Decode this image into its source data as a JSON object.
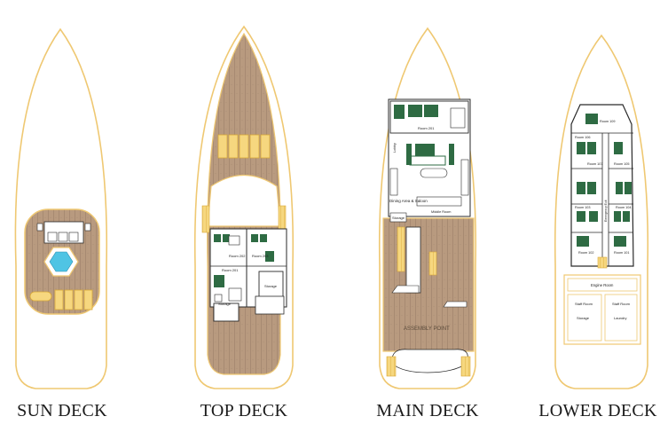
{
  "decks": {
    "sun": {
      "label": "SUN DECK"
    },
    "top": {
      "label": "TOP DECK",
      "rooms": [
        "Room 202",
        "Room 203",
        "Room 201"
      ],
      "storage": [
        "Storage",
        "Storage"
      ]
    },
    "main": {
      "label": "MAIN DECK",
      "room": "Room 201",
      "lobby": "Lobby",
      "dining": "Dining Area & Saloon",
      "storage": "Storage",
      "middle_room": "Middle Room",
      "assembly": "ASSEMBLY POINT"
    },
    "lower": {
      "label": "LOWER DECK",
      "rooms": [
        "Room 109",
        "Room 106",
        "Room 107",
        "Room 105",
        "Room 103",
        "Room 104",
        "Room 101",
        "Room 102"
      ],
      "engine": "Engine Room",
      "staff_left": "Staff Room",
      "staff_right": "Staff Room",
      "storage": "Storage",
      "laundry": "Laundry",
      "emergency": "Emergency Exit"
    }
  },
  "colors": {
    "hull": "#efc872",
    "deck_wood": "#b89a7f",
    "plank_line": "#8e735e",
    "furniture": "#2e6b43",
    "wall": "#2a2a2a",
    "pool": "#4fc4e4",
    "stairs": "#f2c85b"
  }
}
